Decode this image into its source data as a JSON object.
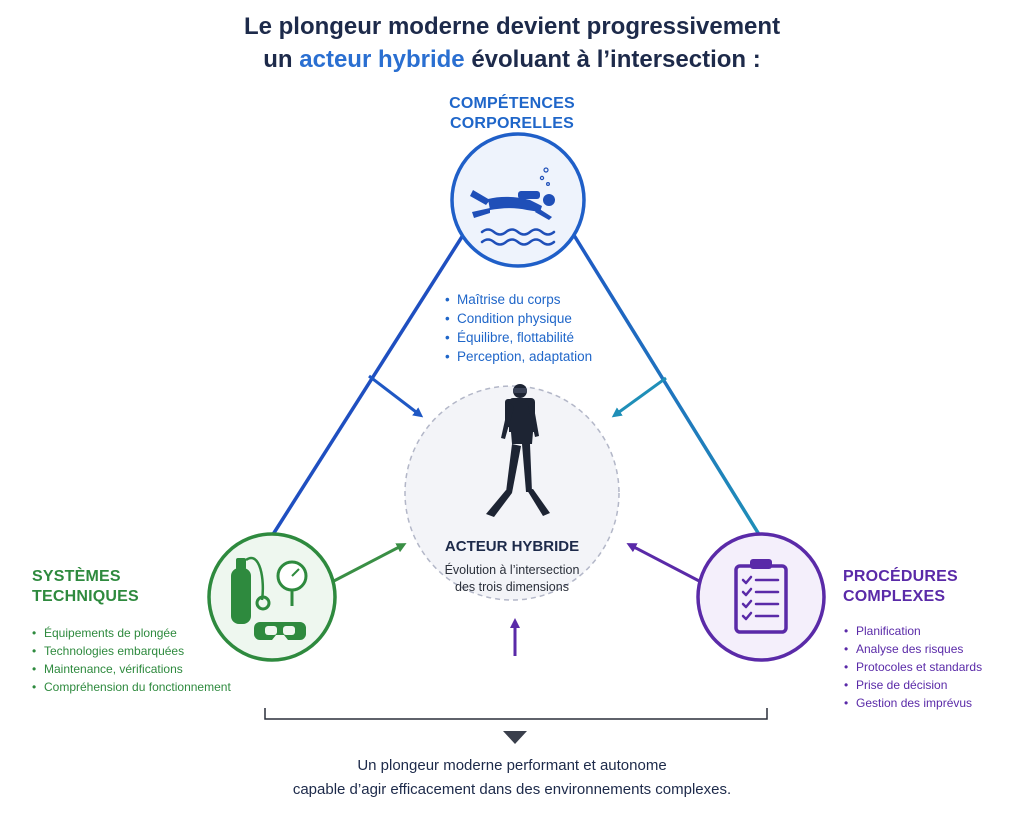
{
  "title": {
    "line1": "Le plongeur moderne devient progressivement",
    "line2_pre": "un ",
    "line2_highlight": "acteur hybride",
    "line2_post": " évoluant à l’intersection :"
  },
  "top": {
    "heading_line1": "COMPÉTENCES",
    "heading_line2": "CORPORELLES",
    "items": [
      "Maîtrise du corps",
      "Condition physique",
      "Équilibre, flottabilité",
      "Perception, adaptation"
    ]
  },
  "left": {
    "heading_line1": "SYSTÈMES",
    "heading_line2": "TECHNIQUES",
    "items": [
      "Équipements de plongée",
      "Technologies embarquées",
      "Maintenance, vérifications",
      "Compréhension du fonctionnement"
    ]
  },
  "right": {
    "heading_line1": "PROCÉDURES",
    "heading_line2": "COMPLEXES",
    "items": [
      "Planification",
      "Analyse des risques",
      "Protocoles et standards",
      "Prise de décision",
      "Gestion des imprévus"
    ]
  },
  "center": {
    "title": "ACTEUR HYBRIDE",
    "subtitle_line1": "Évolution à l’intersection",
    "subtitle_line2": "des trois dimensions"
  },
  "conclusion": {
    "line1": "Un plongeur moderne performant et autonome",
    "line2": "capable d’agir efficacement dans des environnements complexes."
  },
  "colors": {
    "blue": "#1f66c9",
    "green": "#2e8a3e",
    "purple": "#5a2aa8",
    "navy": "#1d2a4a"
  },
  "icons": {
    "top": "diver-swimming-icon",
    "left": "tank-gauge-mask-icon",
    "right": "clipboard-checklist-icon",
    "center": "diver-standing-icon",
    "conclusion": "down-triangle-icon"
  }
}
